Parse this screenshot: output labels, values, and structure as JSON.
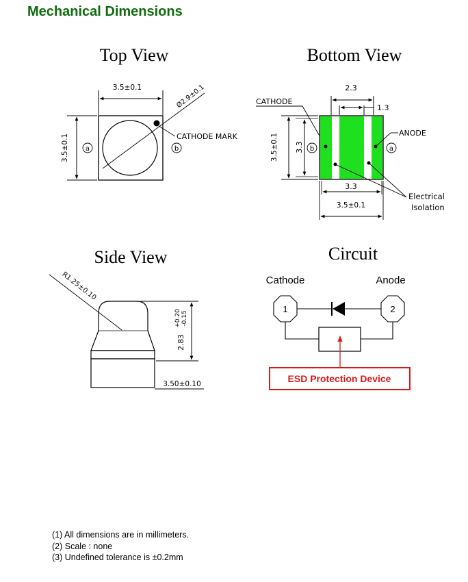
{
  "page": {
    "heading": "Mechanical Dimensions",
    "heading_color": "#0e6b0e"
  },
  "top_view": {
    "title": "Top View",
    "width_dim": "3.5±0.1",
    "height_dim": "3.5±0.1",
    "diameter_dim": "Ø2.9±0.1",
    "cathode_mark_label": "CATHODE MARK",
    "pad_a": "a",
    "pad_b": "b"
  },
  "bottom_view": {
    "title": "Bottom View",
    "dim_top": "2.3",
    "dim_gap": "1.3",
    "cathode_label": "CATHODE",
    "anode_label": "ANODE",
    "height_inner": "3.3",
    "height_outer": "3.5±0.1",
    "width_inner": "3.3",
    "width_outer": "3.5±0.1",
    "isolation_label_1": "Electrical",
    "isolation_label_2": "Isolation",
    "pad_color": "#1fe01f",
    "pad_a": "a",
    "pad_b": "b"
  },
  "side_view": {
    "title": "Side View",
    "radius_dim": "R1.25±0.10",
    "height_dim_main": "2.83",
    "height_tol_plus": "+0.20",
    "height_tol_minus": "-0.15",
    "width_dim": "3.50±0.10"
  },
  "circuit": {
    "title": "Circuit",
    "cathode_label": "Cathode",
    "anode_label": "Anode",
    "node_1": "1",
    "node_2": "2",
    "esd_label": "ESD Protection Device",
    "esd_color": "#d81a1a"
  },
  "notes": [
    "(1) All dimensions are in millimeters.",
    "(2) Scale : none",
    "(3) Undefined tolerance is ±0.2mm"
  ]
}
